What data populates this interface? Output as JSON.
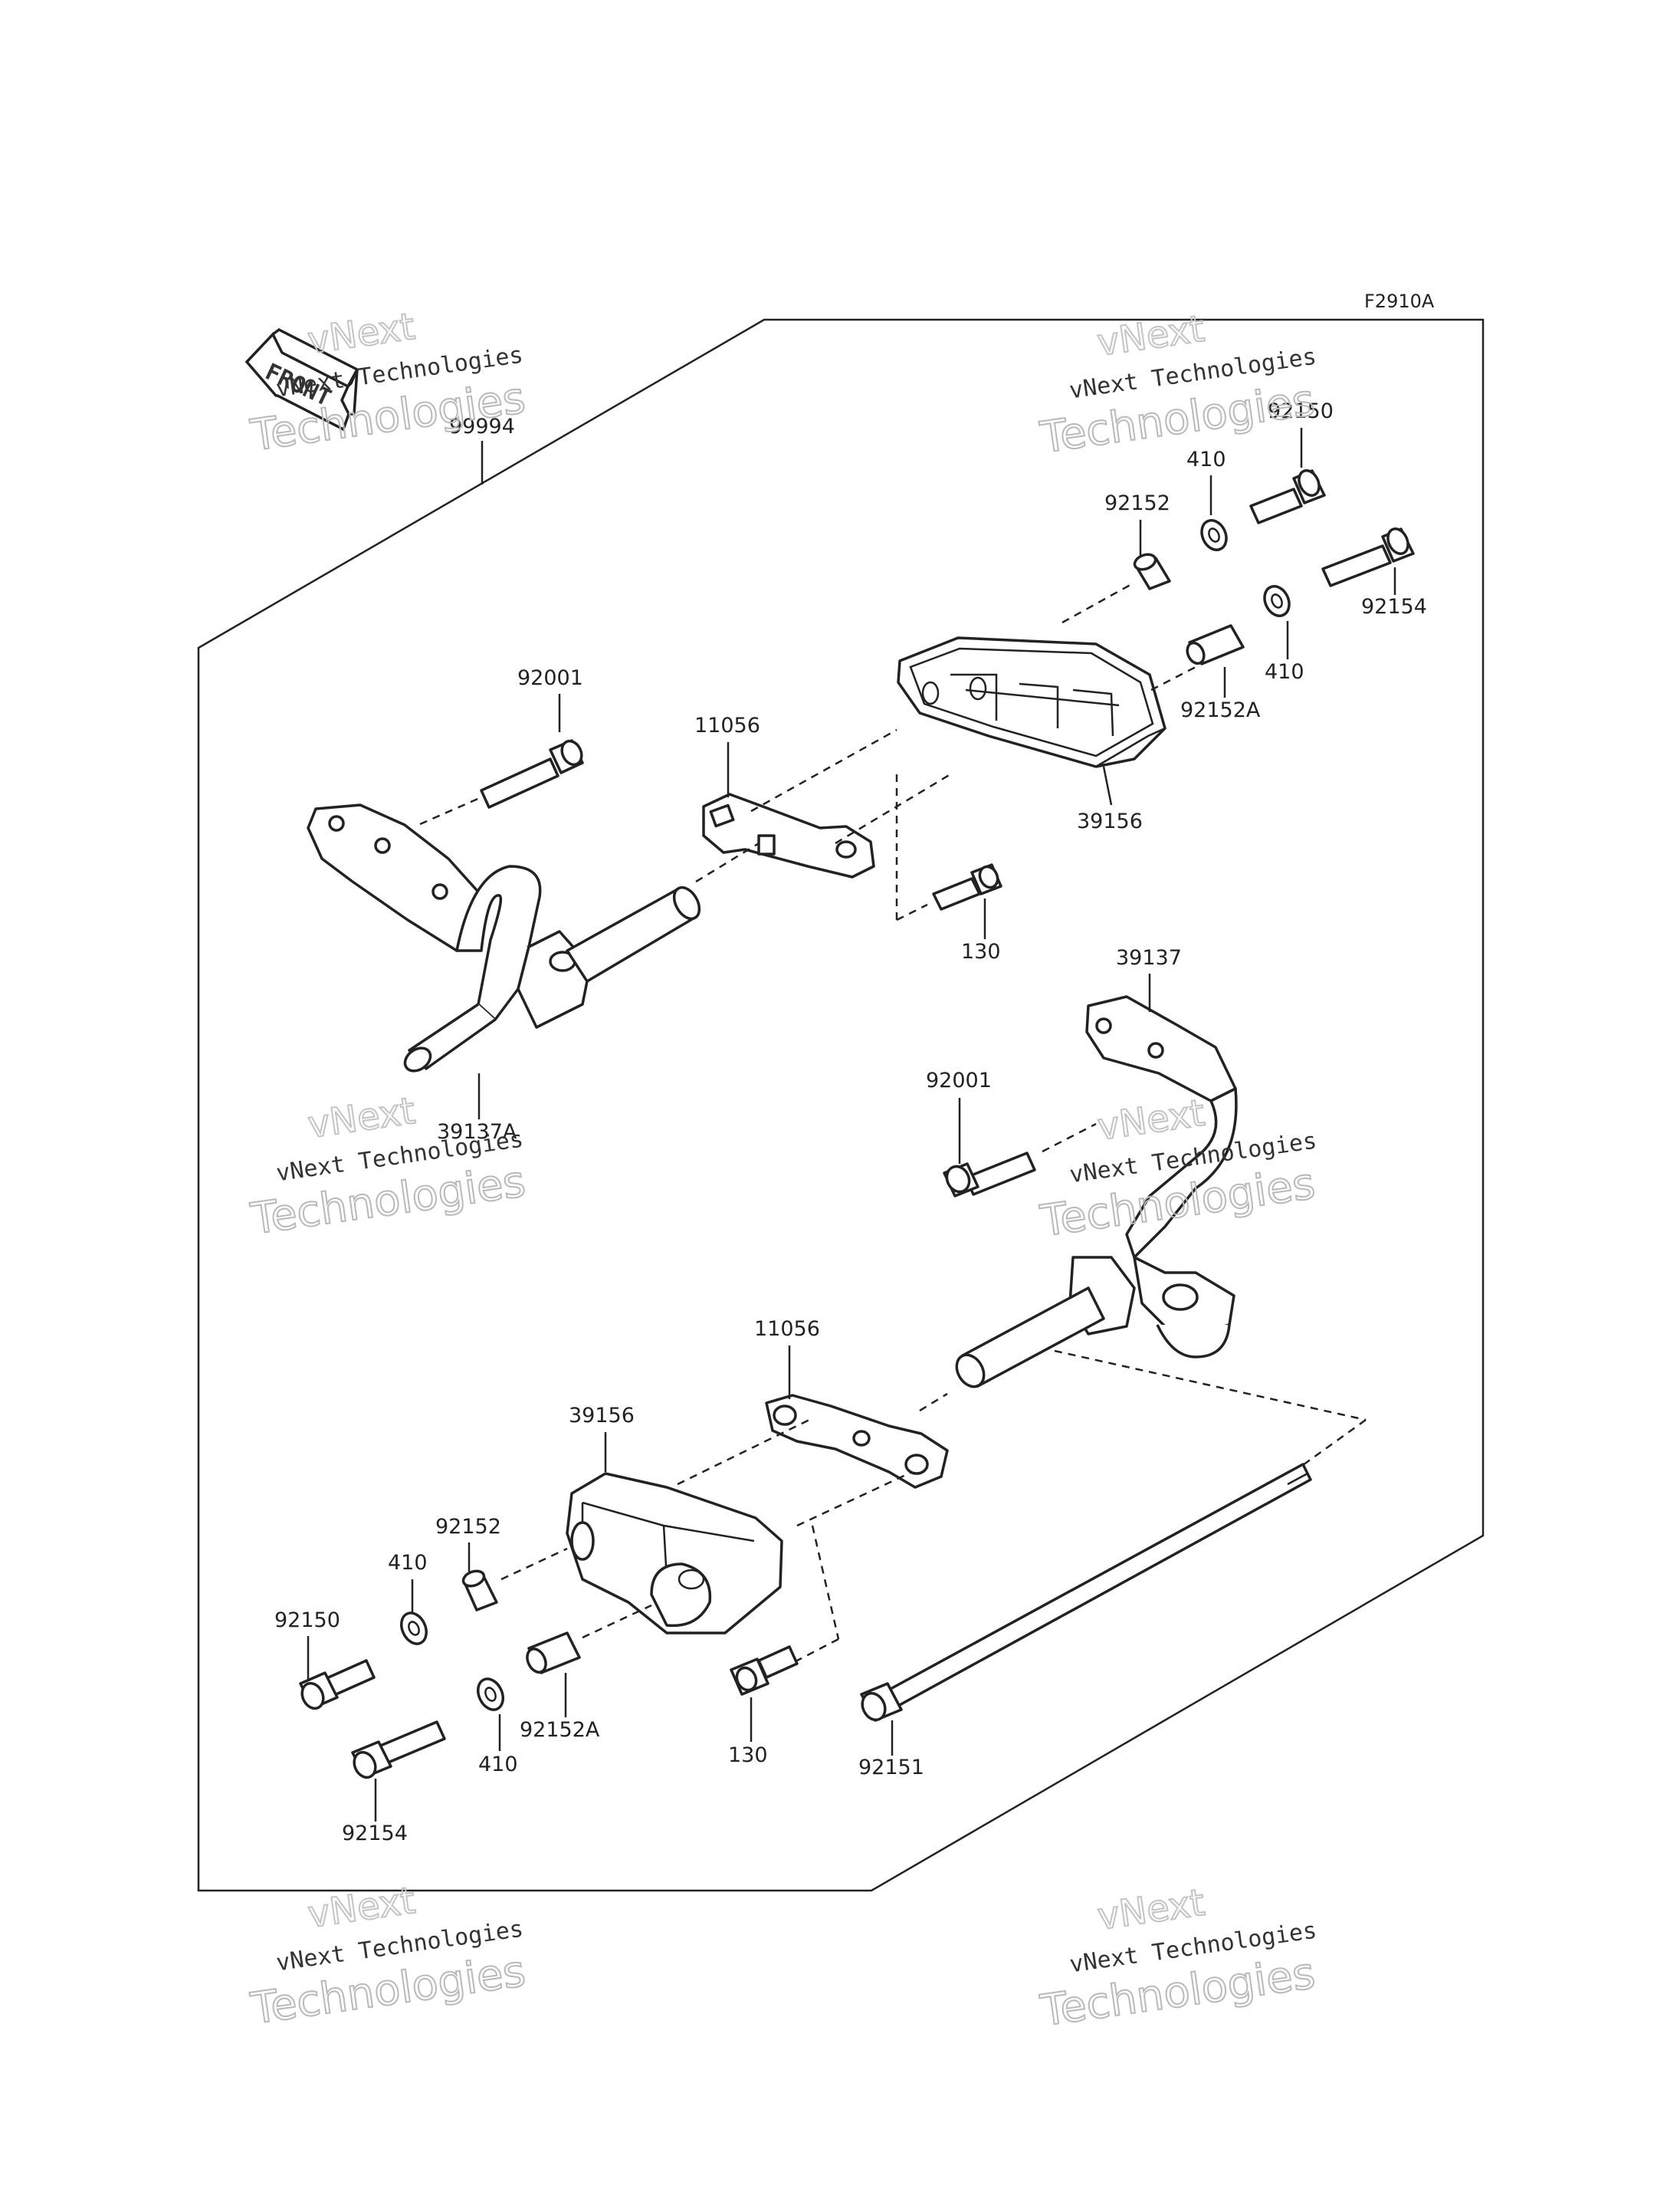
{
  "figure_code": "F2910A",
  "front_arrow_label": "FRONT",
  "watermark": {
    "line1": "vNext",
    "line2": "vNext Technologies",
    "line3": "Technologies"
  },
  "part_labels": {
    "kit": "99994",
    "bolt_92150_upper": "92150",
    "washer_410_upper": "410",
    "collar_92152_upper": "92152",
    "bolt_92154_upper": "92154",
    "washer_410_upper_right": "410",
    "collar_92152A_upper": "92152A",
    "bolt_92001_upper": "92001",
    "plate_11056_upper": "11056",
    "slider_39156_upper": "39156",
    "bolt_130_upper": "130",
    "bracket_39137A": "39137A",
    "bracket_39137": "39137",
    "bolt_92001_lower": "92001",
    "plate_11056_lower": "11056",
    "slider_39156_lower": "39156",
    "collar_92152_lower": "92152",
    "washer_410_lower": "410",
    "bolt_92150_lower": "92150",
    "collar_92152A_lower": "92152A",
    "washer_410_lower_bottom": "410",
    "bolt_130_lower": "130",
    "bolt_92151": "92151",
    "bolt_92154_lower": "92154"
  }
}
